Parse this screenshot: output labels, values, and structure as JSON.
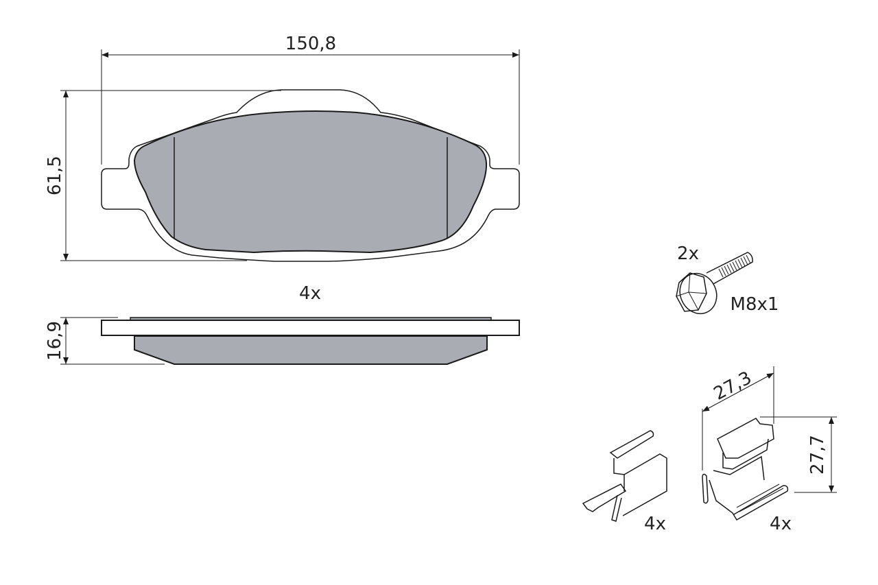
{
  "diagram": {
    "title": "Brake pad set technical drawing",
    "colors": {
      "friction_material": "#a9adb3",
      "line": "#1a1a1a",
      "background": "#ffffff"
    },
    "pad_front_view": {
      "width_label": "150,8",
      "height_label": "61,5",
      "quantity_label": "4x"
    },
    "pad_side_view": {
      "thickness_label": "16,9"
    },
    "bolt": {
      "quantity_label": "2x",
      "thread_label": "M8x1"
    },
    "clip_left": {
      "quantity_label": "4x"
    },
    "clip_right": {
      "quantity_label": "4x",
      "width_label": "27,3",
      "height_label": "27,7"
    }
  }
}
